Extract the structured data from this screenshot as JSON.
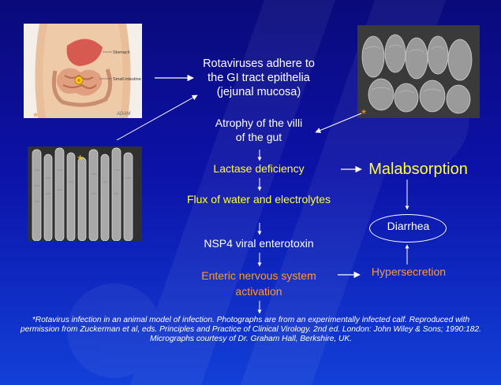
{
  "flow": {
    "adhere": "Rotaviruses adhere to\nthe GI tract epithelia\n(jejunal mucosa)",
    "atrophy": "Atrophy of the villi\nof the gut",
    "lactase": "Lactase deficiency",
    "flux": "Flux of water and electrolytes",
    "nsp4": "NSP4 viral enterotoxin",
    "enteric": "Enteric nervous system\nactivation",
    "malabsorption": "Malabsorption",
    "diarrhea": "Diarrhea",
    "hypersecretion": "Hypersecretion"
  },
  "photos": {
    "anatomy_labels": {
      "stomach": "Stomach",
      "small_intestine": "Small intestine",
      "credit": "ADAM"
    },
    "asterisk": "*"
  },
  "footnote": {
    "text": "*Rotavirus infection in an animal model of infection. Photographs are from an experimentally infected calf. Reproduced with permission from Zuckerman et al, eds. Principles and Practice of Clinical Virology. 2nd ed. London: John Wiley & Sons; 1990:182. Micrographs courtesy of Dr. Graham Hall, Berkshire, UK."
  },
  "colors": {
    "background_top": "#0a0a7a",
    "background_bottom": "#1240d8",
    "white_text": "#ffffff",
    "yellow_text": "#ffff33",
    "orange_text": "#ff9933"
  }
}
